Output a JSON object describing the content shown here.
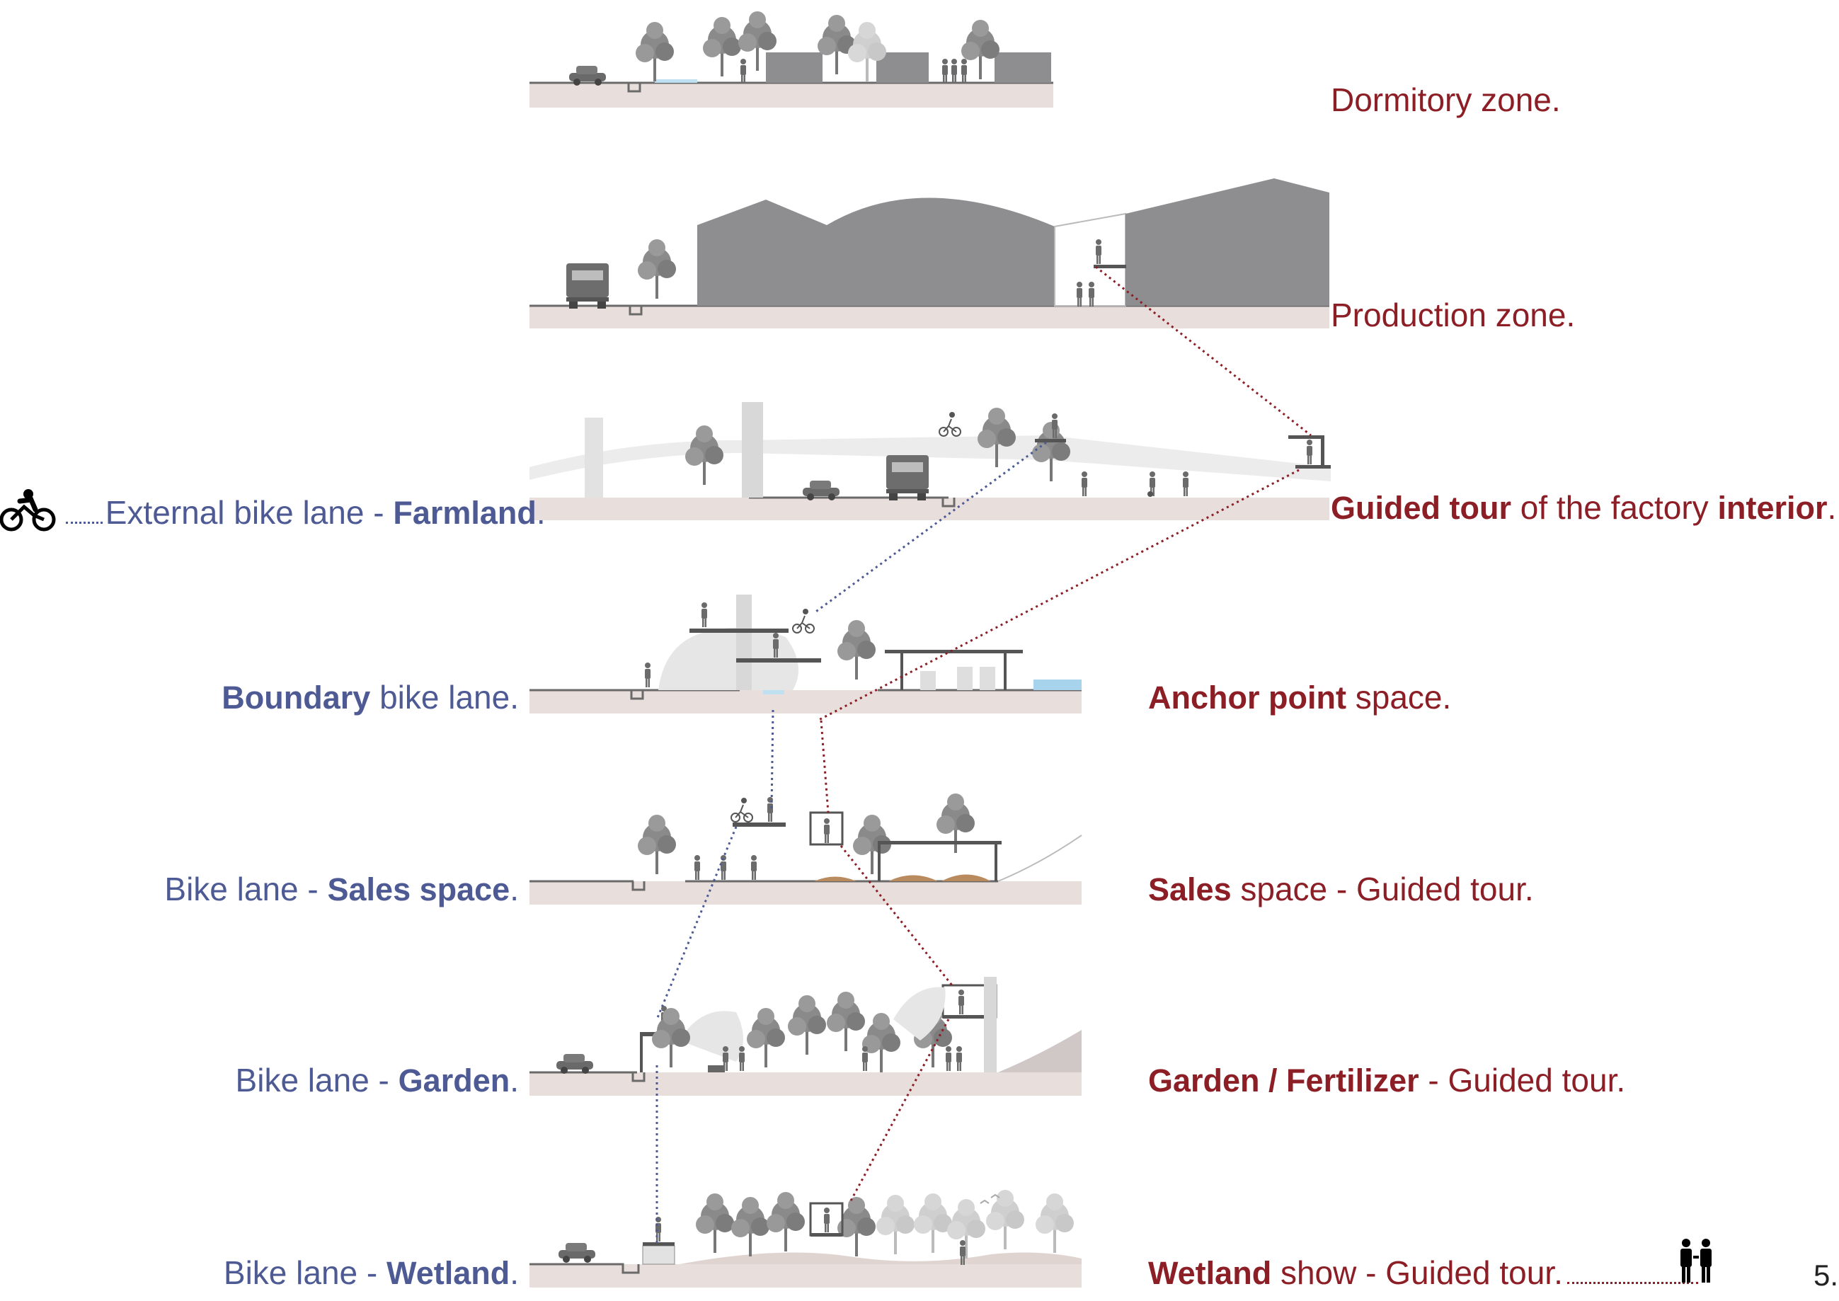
{
  "sections": [
    {
      "id": "dormitory",
      "right": [
        {
          "t": "Dormitory zone.",
          "b": false
        }
      ]
    },
    {
      "id": "production",
      "right": [
        {
          "t": "Production zone.",
          "b": false
        }
      ]
    },
    {
      "id": "farmland",
      "left": [
        {
          "t": "External bike lane - ",
          "b": false
        },
        {
          "t": "Farmland",
          "b": true
        },
        {
          "t": ".",
          "b": false
        }
      ],
      "right": [
        {
          "t": "Guided tour",
          "b": true
        },
        {
          "t": " of the factory ",
          "b": false
        },
        {
          "t": "interior",
          "b": true
        },
        {
          "t": ".",
          "b": false
        }
      ]
    },
    {
      "id": "boundary",
      "left": [
        {
          "t": "Boundary",
          "b": true
        },
        {
          "t": " bike lane.",
          "b": false
        }
      ],
      "right": [
        {
          "t": "Anchor point",
          "b": true
        },
        {
          "t": " space.",
          "b": false
        }
      ]
    },
    {
      "id": "sales",
      "left": [
        {
          "t": "Bike lane - ",
          "b": false
        },
        {
          "t": "Sales space",
          "b": true
        },
        {
          "t": ".",
          "b": false
        }
      ],
      "right": [
        {
          "t": "Sales",
          "b": true
        },
        {
          "t": " space - Guided tour.",
          "b": false
        }
      ]
    },
    {
      "id": "garden",
      "left": [
        {
          "t": "Bike lane - ",
          "b": false
        },
        {
          "t": "Garden",
          "b": true
        },
        {
          "t": ".",
          "b": false
        }
      ],
      "right": [
        {
          "t": "Garden / Fertilizer",
          "b": true
        },
        {
          "t": " - Guided tour.",
          "b": false
        }
      ]
    },
    {
      "id": "wetland",
      "left": [
        {
          "t": "Bike lane - ",
          "b": false
        },
        {
          "t": "Wetland",
          "b": true
        },
        {
          "t": ".",
          "b": false
        }
      ],
      "right": [
        {
          "t": "Wetland",
          "b": true
        },
        {
          "t": " show - Guided tour.",
          "b": false
        }
      ]
    }
  ],
  "page_number": "5.",
  "icons": {
    "bike": "cyclist-icon",
    "visitors": "visitor-group-icon"
  },
  "colors": {
    "bike_route": "#4d5a94",
    "tour_route": "#8c1e26",
    "ground": "#e8dedb",
    "building": "#8e8e91",
    "vegetation": "#8a8a8a"
  }
}
